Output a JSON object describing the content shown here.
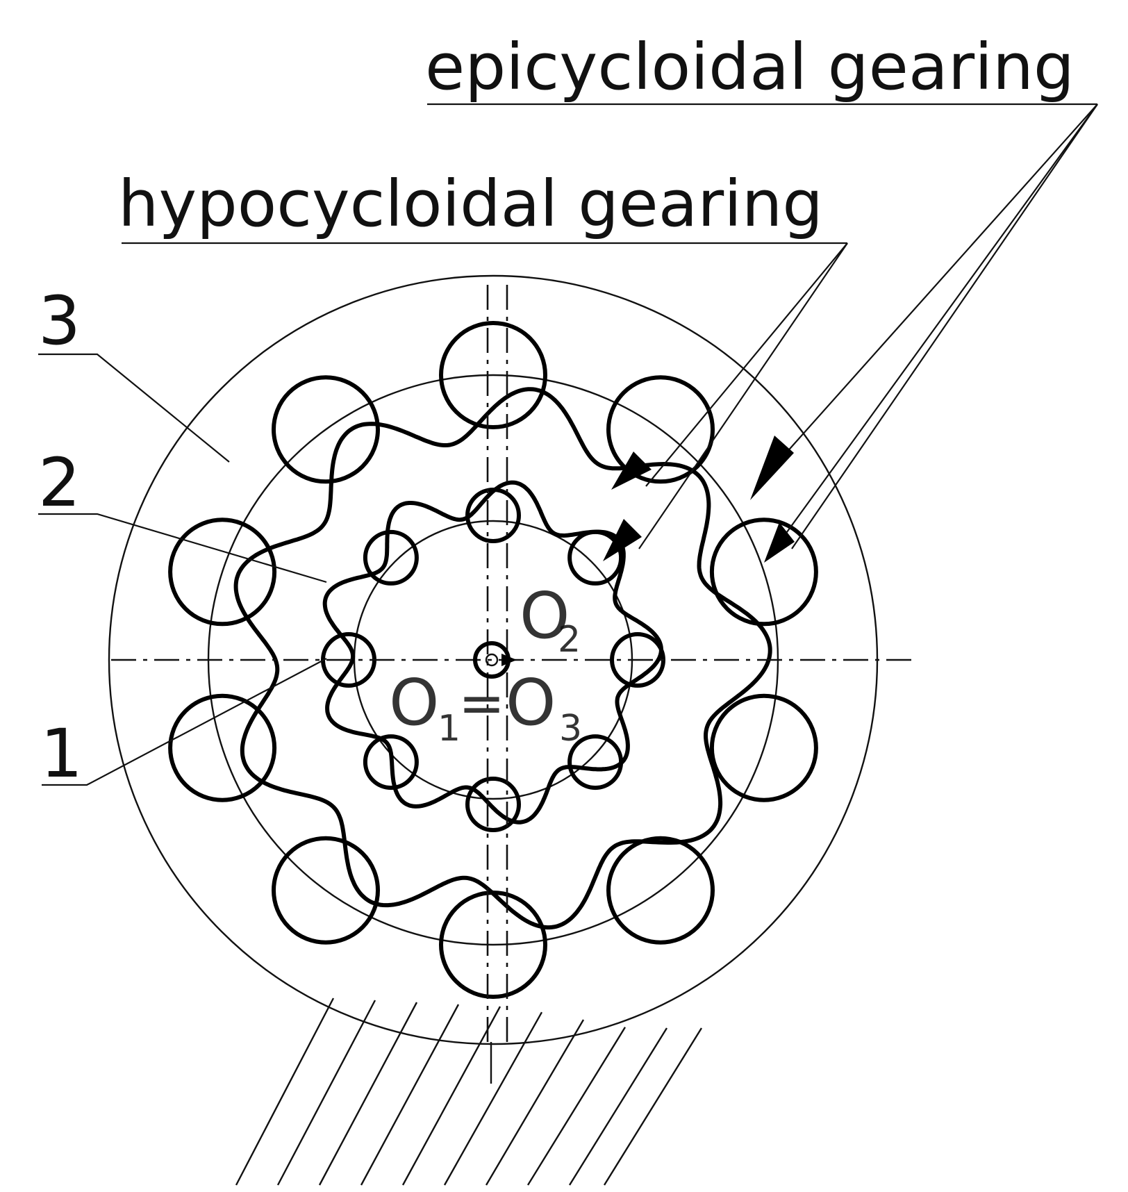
{
  "labels": {
    "epicycloidal": "epicycloidal  gearing",
    "hypocycloidal": "hypocycloidal  gearing",
    "part1": "1",
    "part2": "2",
    "part3": "3",
    "o2_main": "O",
    "o2_sub": "2",
    "o13_o1": "O",
    "o13_sub1": "1",
    "o13_eq": "=",
    "o13_o3": "O",
    "o13_sub3": "3"
  },
  "gearing": {
    "outer_pin_count": 10,
    "inner_pin_count": 8,
    "outer_lobe_count": 9,
    "inner_lobe_count": 9
  }
}
